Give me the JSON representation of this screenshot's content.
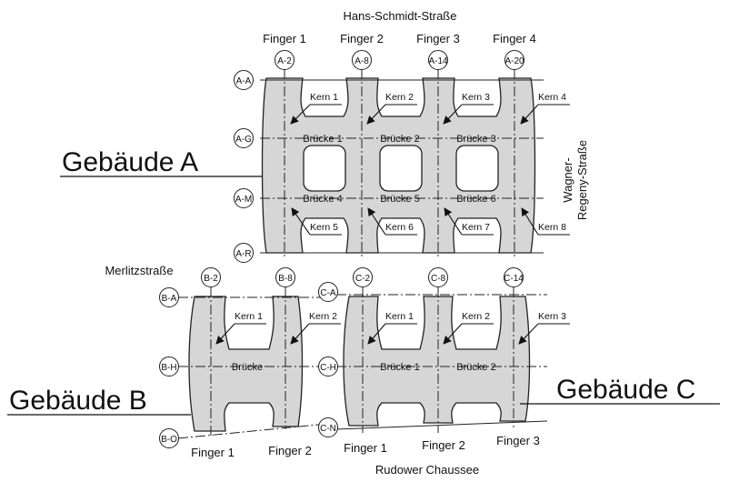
{
  "streets": {
    "north": "Hans-Schmidt-Straße",
    "east_line1": "Wagner-",
    "east_line2": "Regeny-Straße",
    "west": "Merlitzstraße",
    "south": "Rudower Chaussee"
  },
  "buildings": {
    "a": {
      "label": "Gebäude A",
      "fingers": [
        "Finger 1",
        "Finger 2",
        "Finger 3",
        "Finger 4"
      ],
      "column_axes": [
        "A-2",
        "A-8",
        "A-14",
        "A-20"
      ],
      "row_axes": [
        "A-A",
        "A-G",
        "A-M",
        "A-R"
      ],
      "cores": [
        "Kern 1",
        "Kern 2",
        "Kern 3",
        "Kern 4",
        "Kern 5",
        "Kern 6",
        "Kern 7",
        "Kern 8"
      ],
      "bridges": [
        "Brücke 1",
        "Brücke 2",
        "Brücke 3",
        "Brücke 4",
        "Brücke 5",
        "Brücke 6"
      ]
    },
    "b": {
      "label": "Gebäude B",
      "fingers": [
        "Finger 1",
        "Finger 2"
      ],
      "column_axes": [
        "B-2",
        "B-8"
      ],
      "row_axes": [
        "B-A",
        "B-H",
        "B-O"
      ],
      "cores": [
        "Kern 1",
        "Kern 2"
      ],
      "bridges": [
        "Brücke"
      ]
    },
    "c": {
      "label": "Gebäude C",
      "fingers": [
        "Finger 1",
        "Finger 2",
        "Finger 3"
      ],
      "column_axes": [
        "C-2",
        "C-8",
        "C-14"
      ],
      "row_axes": [
        "C-A",
        "C-H",
        "C-N"
      ],
      "cores": [
        "Kern 1",
        "Kern 2",
        "Kern 3"
      ],
      "bridges": [
        "Brücke 1",
        "Brücke 2"
      ]
    }
  },
  "colors": {
    "building_fill": "#d6d6d6",
    "line": "#222222",
    "background": "#ffffff"
  }
}
